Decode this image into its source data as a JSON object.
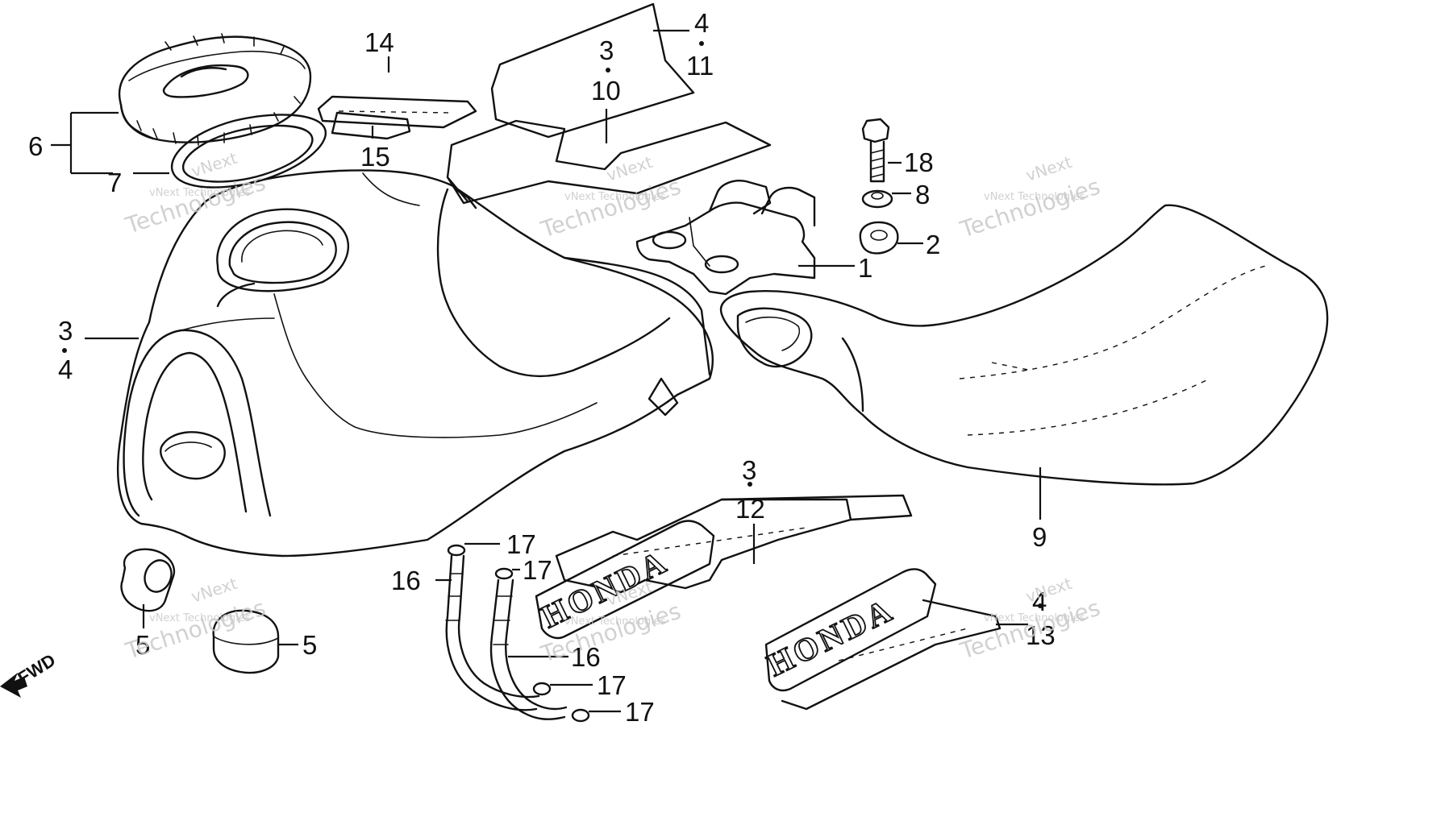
{
  "callouts": {
    "c1": "1",
    "c2": "2",
    "c3a": "3",
    "c3b": "3",
    "c3c": "3",
    "c4a": "4",
    "c4b": "4",
    "c4c": "4",
    "c5a": "5",
    "c5b": "5",
    "c6": "6",
    "c7": "7",
    "c8": "8",
    "c9": "9",
    "c10": "10",
    "c11": "11",
    "c12": "12",
    "c13": "13",
    "c14": "14",
    "c15": "15",
    "c16a": "16",
    "c16b": "16",
    "c17a": "17",
    "c17b": "17",
    "c17c": "17",
    "c17d": "17",
    "c18": "18"
  },
  "emblems": {
    "left": "HONDA",
    "right": "HONDA"
  },
  "fwd": "FWD",
  "watermarks": {
    "line1": "vNext",
    "line2": "vNext Technologies",
    "line3": "Technologies"
  }
}
